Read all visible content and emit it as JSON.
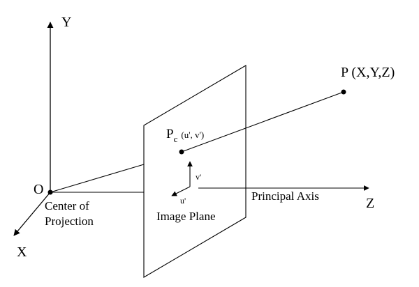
{
  "axes": {
    "y_label": "Y",
    "x_label": "X",
    "z_label": "Z"
  },
  "origin": {
    "label": "O",
    "caption_line1": "Center of",
    "caption_line2": "Projection"
  },
  "image_plane": {
    "label": "Image Plane"
  },
  "principal_axis": {
    "label": "Principal Axis"
  },
  "world_point": {
    "label": "P (X,Y,Z)"
  },
  "projected_point": {
    "label_main": "P",
    "label_sub": "c",
    "coords": "(u', v')"
  },
  "image_axes": {
    "u_label": "u'",
    "v_label": "v'"
  }
}
